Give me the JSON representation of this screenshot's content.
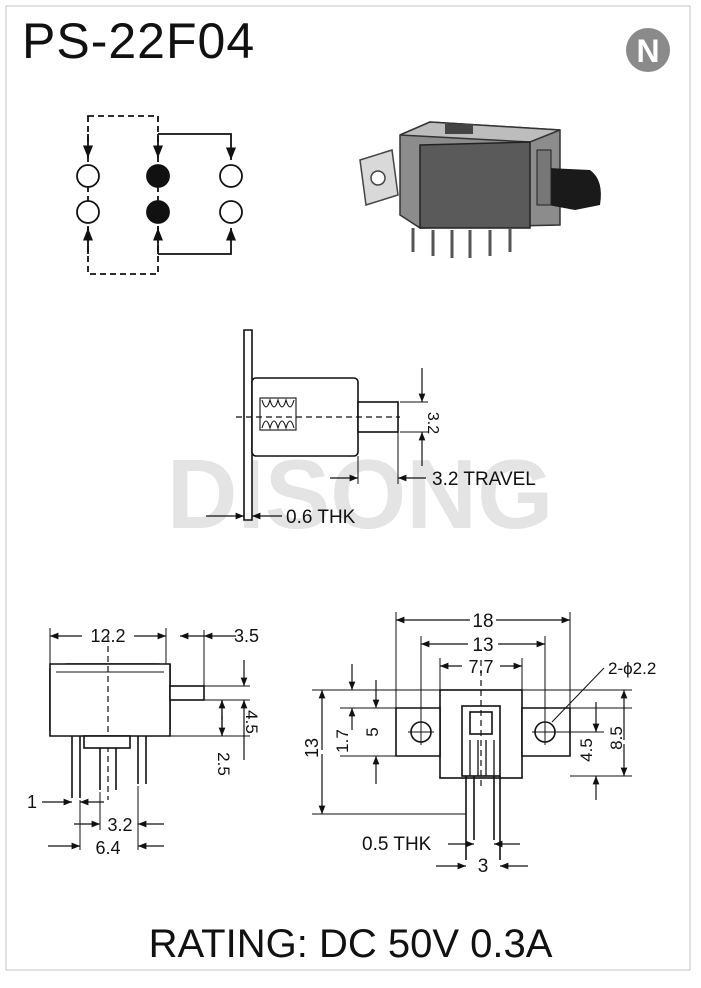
{
  "title": "PS-22F04",
  "logo_letter": "N",
  "watermark": "DISONG",
  "rating": "RATING: DC 50V 0.3A",
  "side_view": {
    "dim_height": "3.2",
    "travel": "3.2 TRAVEL",
    "thickness": "0.6 THK"
  },
  "front_view": {
    "width": "12.2",
    "offset": "3.5",
    "act_height": "4.5",
    "act_bottom": "2.5",
    "pin_width": "1",
    "pin_pitch": "3.2",
    "pin_span": "6.4"
  },
  "top_view": {
    "overall": "18",
    "hole_pitch": "13",
    "body": "7.7",
    "holes": "2-ϕ2.2",
    "height": "13",
    "bracket_top": "1.7",
    "bracket": "5",
    "hole_to_bottom": "4.5",
    "bracket_height": "8.5",
    "pin_thk": "0.5 THK",
    "pin_pitch": "3"
  },
  "colors": {
    "ink": "#111111",
    "watermark": "#e4e4e4",
    "logo": "#8a8a8a",
    "photo_body": "#5a5a5a"
  }
}
